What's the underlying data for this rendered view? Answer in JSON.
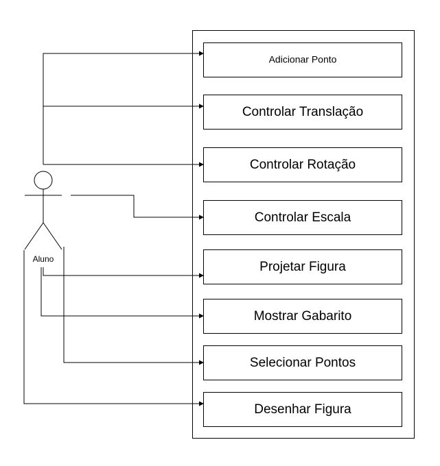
{
  "actor": {
    "name": "Aluno"
  },
  "system_boundary": {
    "label": ""
  },
  "use_cases": [
    {
      "label": "Adicionar Ponto"
    },
    {
      "label": "Controlar Translação"
    },
    {
      "label": "Controlar Rotação"
    },
    {
      "label": "Controlar Escala"
    },
    {
      "label": "Projetar Figura"
    },
    {
      "label": "Mostrar Gabarito"
    },
    {
      "label": "Selecionar Pontos"
    },
    {
      "label": "Desenhar Figura"
    }
  ],
  "connections": [
    {
      "from": "Aluno",
      "to": "Adicionar Ponto"
    },
    {
      "from": "Aluno",
      "to": "Controlar Translação"
    },
    {
      "from": "Aluno",
      "to": "Controlar Rotação"
    },
    {
      "from": "Aluno",
      "to": "Controlar Escala"
    },
    {
      "from": "Aluno",
      "to": "Projetar Figura"
    },
    {
      "from": "Aluno",
      "to": "Mostrar Gabarito"
    },
    {
      "from": "Aluno",
      "to": "Selecionar Pontos"
    },
    {
      "from": "Aluno",
      "to": "Desenhar Figura"
    }
  ]
}
